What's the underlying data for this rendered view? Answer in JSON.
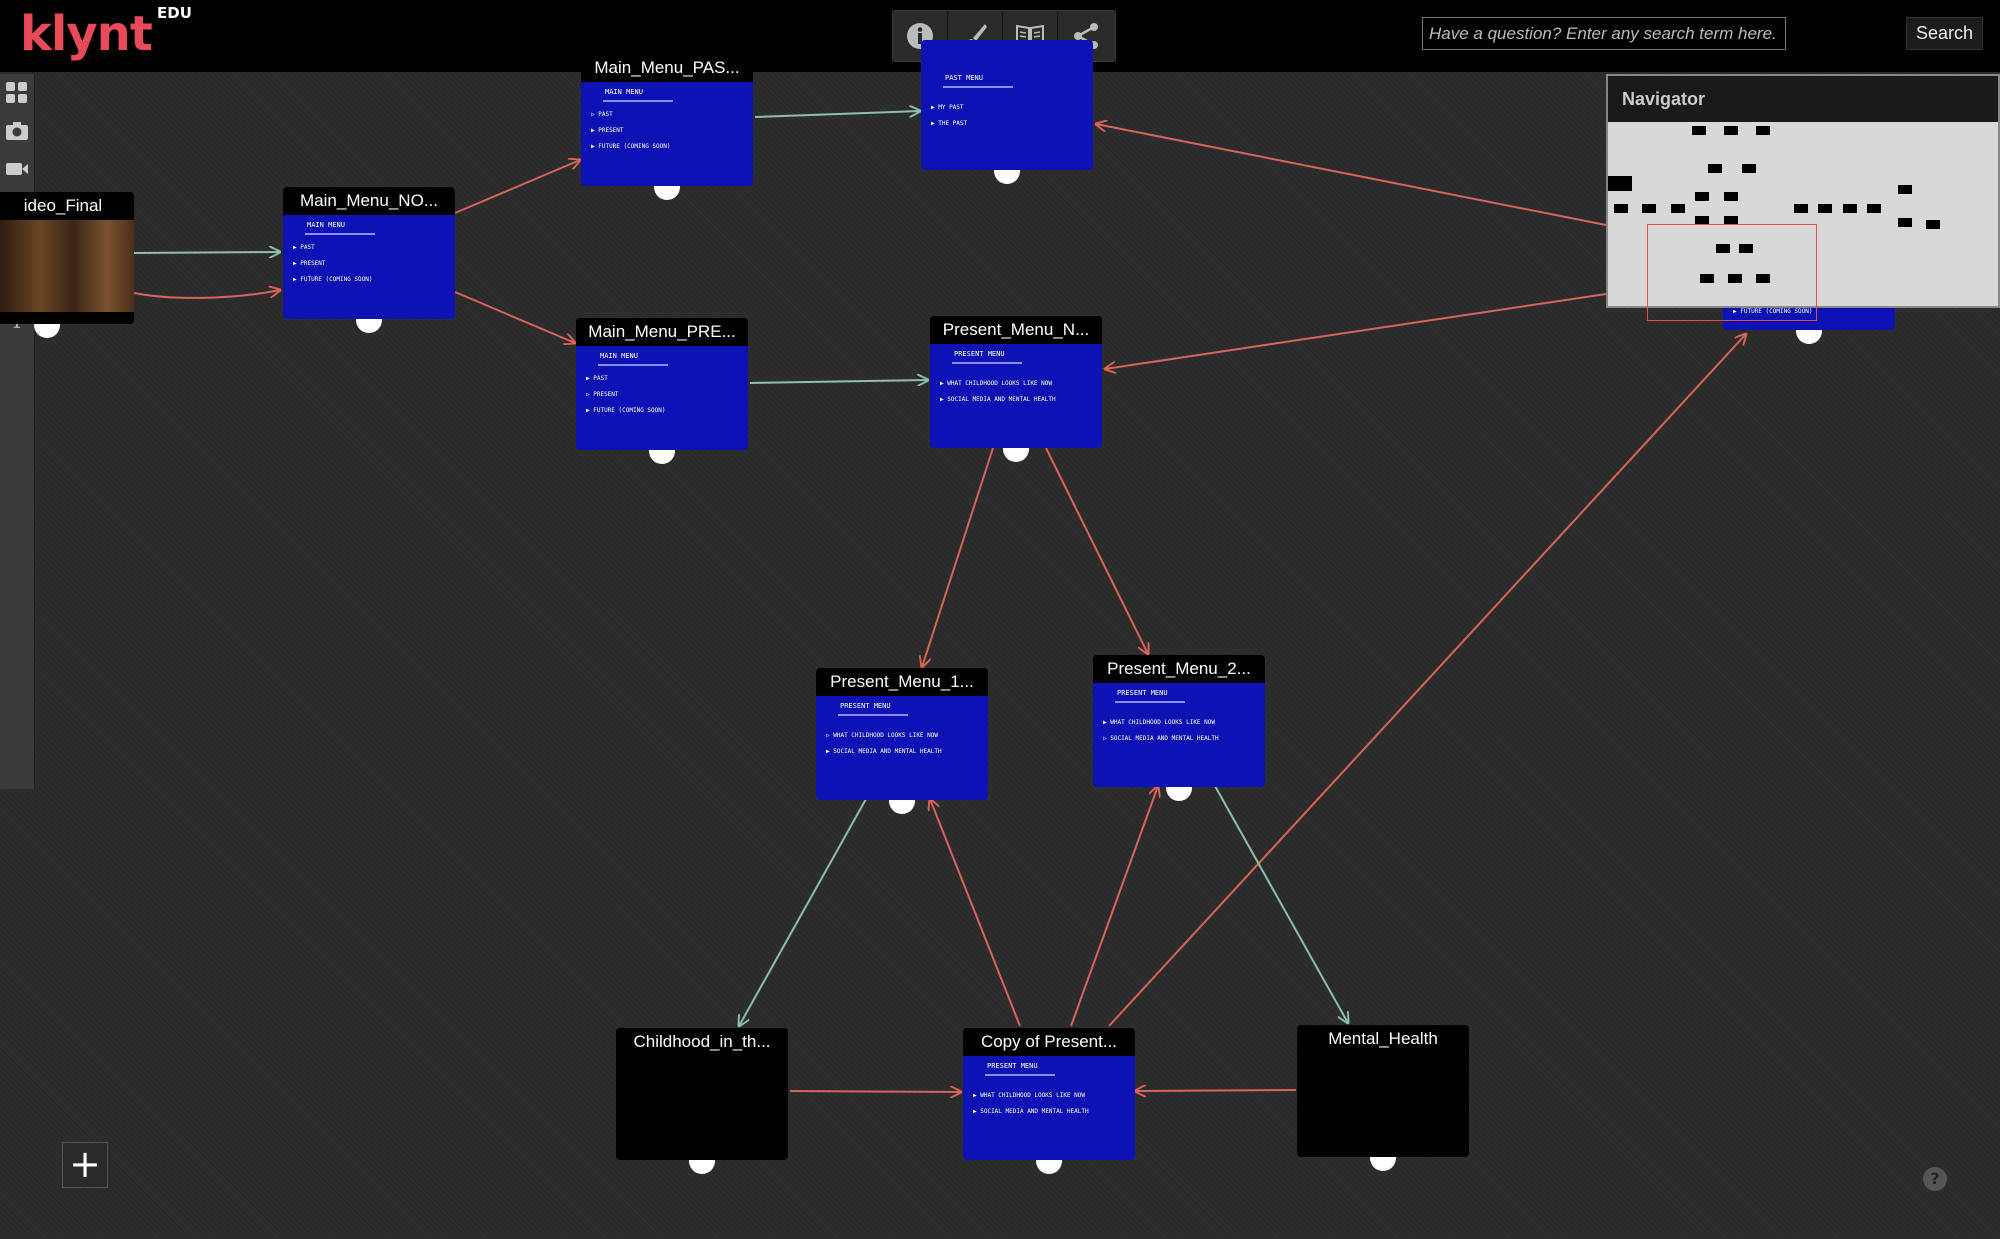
{
  "app": {
    "logo": "klynt",
    "logo_badge": "EDU"
  },
  "toolbar": {
    "icons": [
      "info-icon",
      "brush-icon",
      "book-icon",
      "share-icon"
    ]
  },
  "search": {
    "placeholder": "Have a question? Enter any search term here.",
    "button_label": "Search"
  },
  "sidebar": {
    "icons": [
      "grid-icon",
      "camera-icon",
      "video-icon",
      "music-icon",
      "play-icon",
      "youtube-icon",
      "text-icon"
    ],
    "text_glyph": "T"
  },
  "navigator": {
    "title": "Navigator"
  },
  "nodes": [
    {
      "id": "video_final",
      "title": "ideo_Final"
    },
    {
      "id": "main_menu_no",
      "title": "Main_Menu_NO...",
      "screen_title": "MAIN MENU",
      "options": [
        "PAST",
        "PRESENT",
        "FUTURE (COMING SOON)"
      ]
    },
    {
      "id": "main_menu_pas",
      "title": "Main_Menu_PAS...",
      "screen_title": "MAIN MENU",
      "options": [
        "PAST",
        "PRESENT",
        "FUTURE (COMING SOON)"
      ]
    },
    {
      "id": "past_menu",
      "title": "",
      "screen_title": "PAST MENU",
      "options": [
        "MY PAST",
        "THE PAST"
      ]
    },
    {
      "id": "main_menu_pre",
      "title": "Main_Menu_PRE...",
      "screen_title": "MAIN MENU",
      "options": [
        "PAST",
        "PRESENT",
        "FUTURE (COMING SOON)"
      ]
    },
    {
      "id": "present_menu_n",
      "title": "Present_Menu_N...",
      "screen_title": "PRESENT MENU",
      "options": [
        "WHAT CHILDHOOD LOOKS LIKE NOW",
        "SOCIAL MEDIA AND MENTAL HEALTH"
      ]
    },
    {
      "id": "present_menu_1",
      "title": "Present_Menu_1...",
      "screen_title": "PRESENT MENU",
      "options": [
        "WHAT CHILDHOOD LOOKS LIKE NOW",
        "SOCIAL MEDIA AND MENTAL HEALTH"
      ]
    },
    {
      "id": "present_menu_2",
      "title": "Present_Menu_2...",
      "screen_title": "PRESENT MENU",
      "options": [
        "WHAT CHILDHOOD LOOKS LIKE NOW",
        "SOCIAL MEDIA AND MENTAL HEALTH"
      ]
    },
    {
      "id": "childhood",
      "title": "Childhood_in_th..."
    },
    {
      "id": "copy_present",
      "title": "Copy of Present...",
      "screen_title": "PRESENT MENU",
      "options": [
        "WHAT CHILDHOOD LOOKS LIKE NOW",
        "SOCIAL MEDIA AND MENTAL HEALTH"
      ]
    },
    {
      "id": "mental_health",
      "title": "Mental_Health"
    },
    {
      "id": "hidden_main_menu",
      "title": "",
      "options": [
        "FUTURE (COMING SOON)"
      ]
    }
  ],
  "colors": {
    "accent": "#e84a5a",
    "node_blue": "#0c12b3",
    "edge_red": "#d9645a",
    "edge_green": "#8cc0a8"
  }
}
